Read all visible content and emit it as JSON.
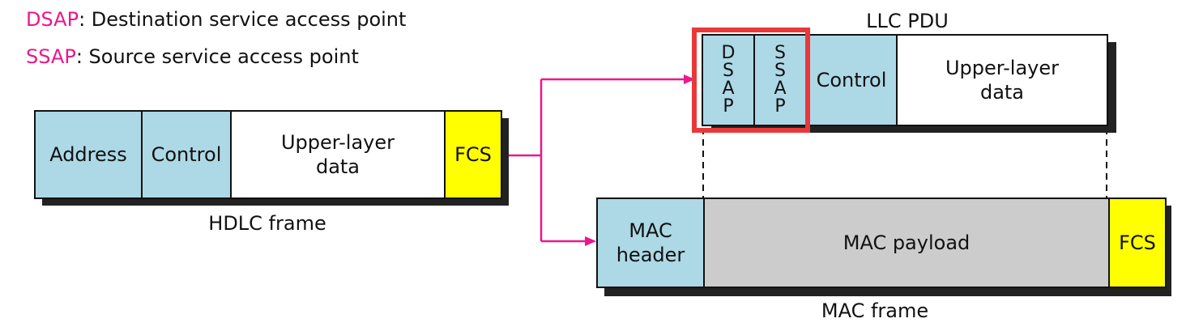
{
  "legend": {
    "dsap_key": "DSAP",
    "dsap_desc": ": Destination service access point",
    "ssap_key": "SSAP",
    "ssap_desc": ": Source service access point"
  },
  "hdlc_frame": {
    "caption": "HDLC frame",
    "fields": {
      "address": "Address",
      "control": "Control",
      "data_line1": "Upper-layer",
      "data_line2": "data",
      "fcs": "FCS"
    }
  },
  "llc_pdu": {
    "caption": "LLC PDU",
    "dsap_letters": [
      "D",
      "S",
      "A",
      "P"
    ],
    "ssap_letters": [
      "S",
      "S",
      "A",
      "P"
    ],
    "control": "Control",
    "data_line1": "Upper-layer",
    "data_line2": "data"
  },
  "mac_frame": {
    "caption": "MAC frame",
    "header_line1": "MAC",
    "header_line2": "header",
    "payload": "MAC payload",
    "fcs": "FCS"
  },
  "colors": {
    "accent_pink": "#e8198b",
    "highlight_red": "#e8383a",
    "field_blue": "#add8e6",
    "fcs_yellow": "#ffff00",
    "payload_grey": "#cccccc"
  }
}
